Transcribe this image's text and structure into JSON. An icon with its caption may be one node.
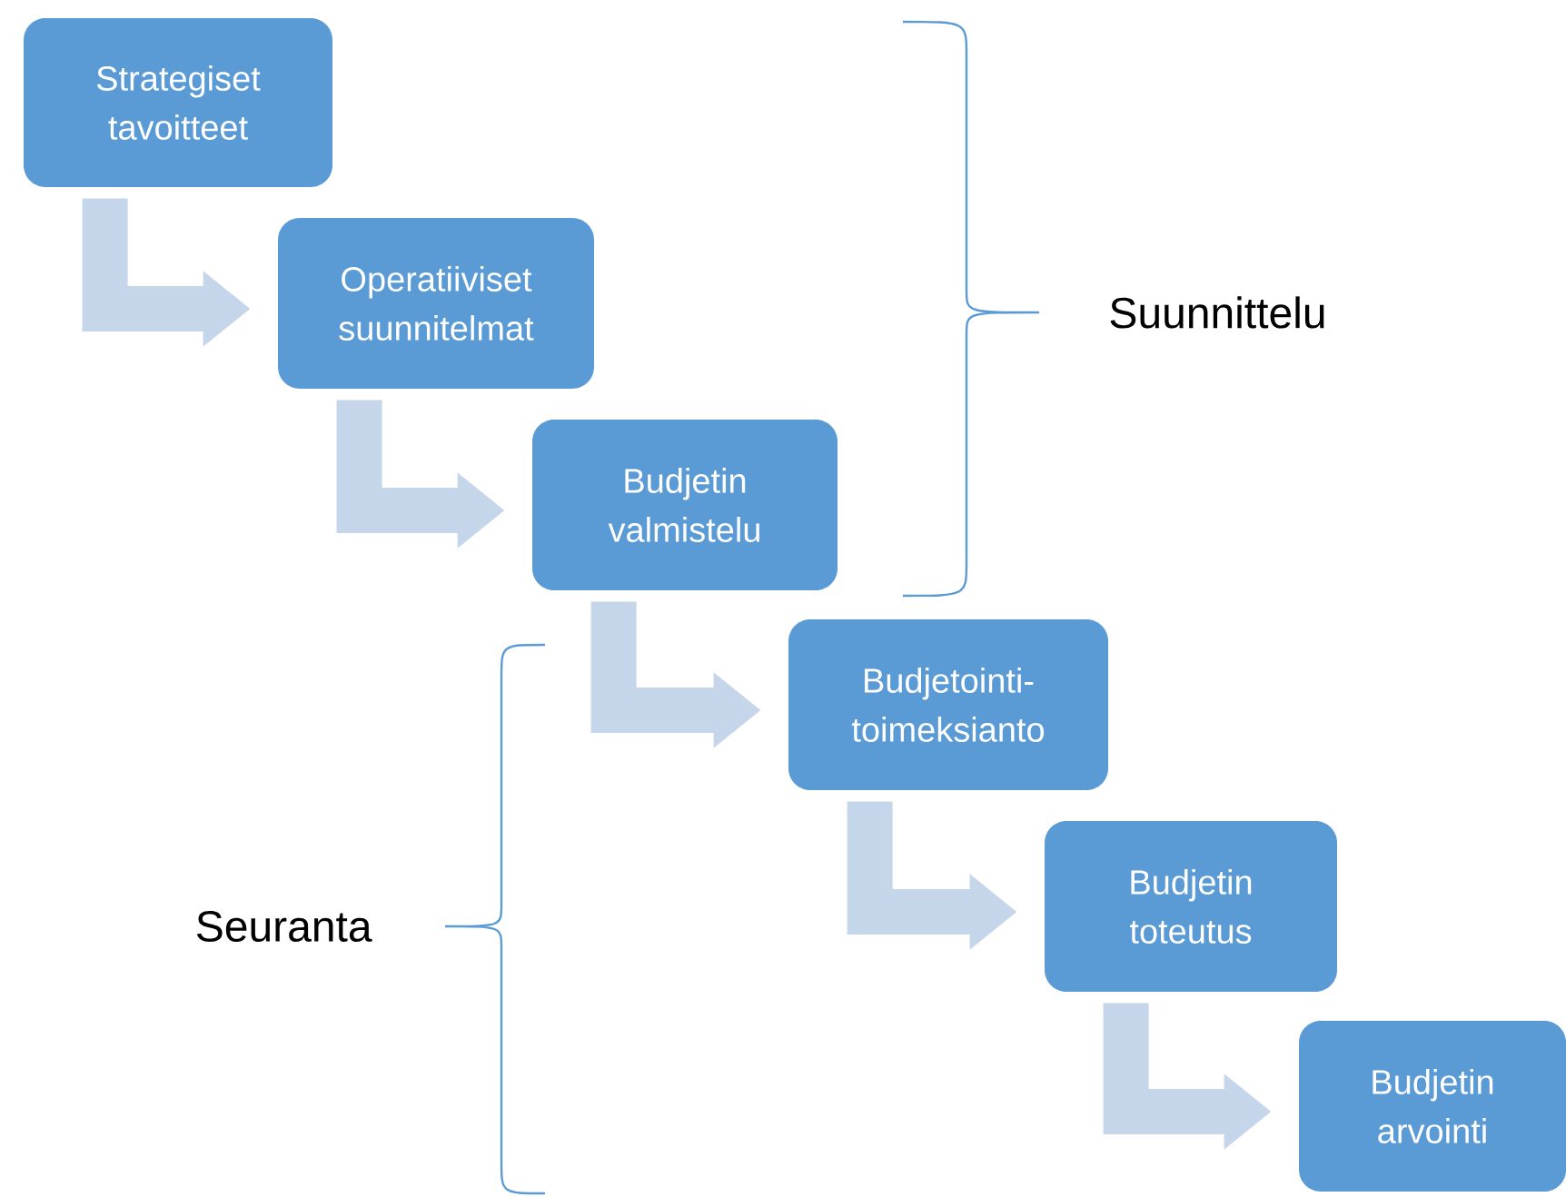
{
  "diagram": {
    "nodes": [
      {
        "text": [
          "Strategiset tavoitteet"
        ]
      },
      {
        "text": [
          "Operatiiviset suunnitelmat"
        ]
      },
      {
        "text": [
          "Budjetin valmistelu"
        ]
      },
      {
        "text": [
          "Budjetointi- toimeksianto"
        ]
      },
      {
        "text": [
          "Budjetin toteutus"
        ]
      },
      {
        "text": [
          "Budjetin arvointi"
        ]
      }
    ],
    "edges": [
      {
        "from": 0,
        "to": 1,
        "arrow": "to"
      },
      {
        "from": 1,
        "to": 2,
        "arrow": "to"
      },
      {
        "from": 2,
        "to": 3,
        "arrow": "to"
      },
      {
        "from": 3,
        "to": 4,
        "arrow": "to"
      },
      {
        "from": 4,
        "to": 5,
        "arrow": "to"
      }
    ],
    "labels": [
      "Suunnittelu",
      "Seuranta"
    ]
  }
}
